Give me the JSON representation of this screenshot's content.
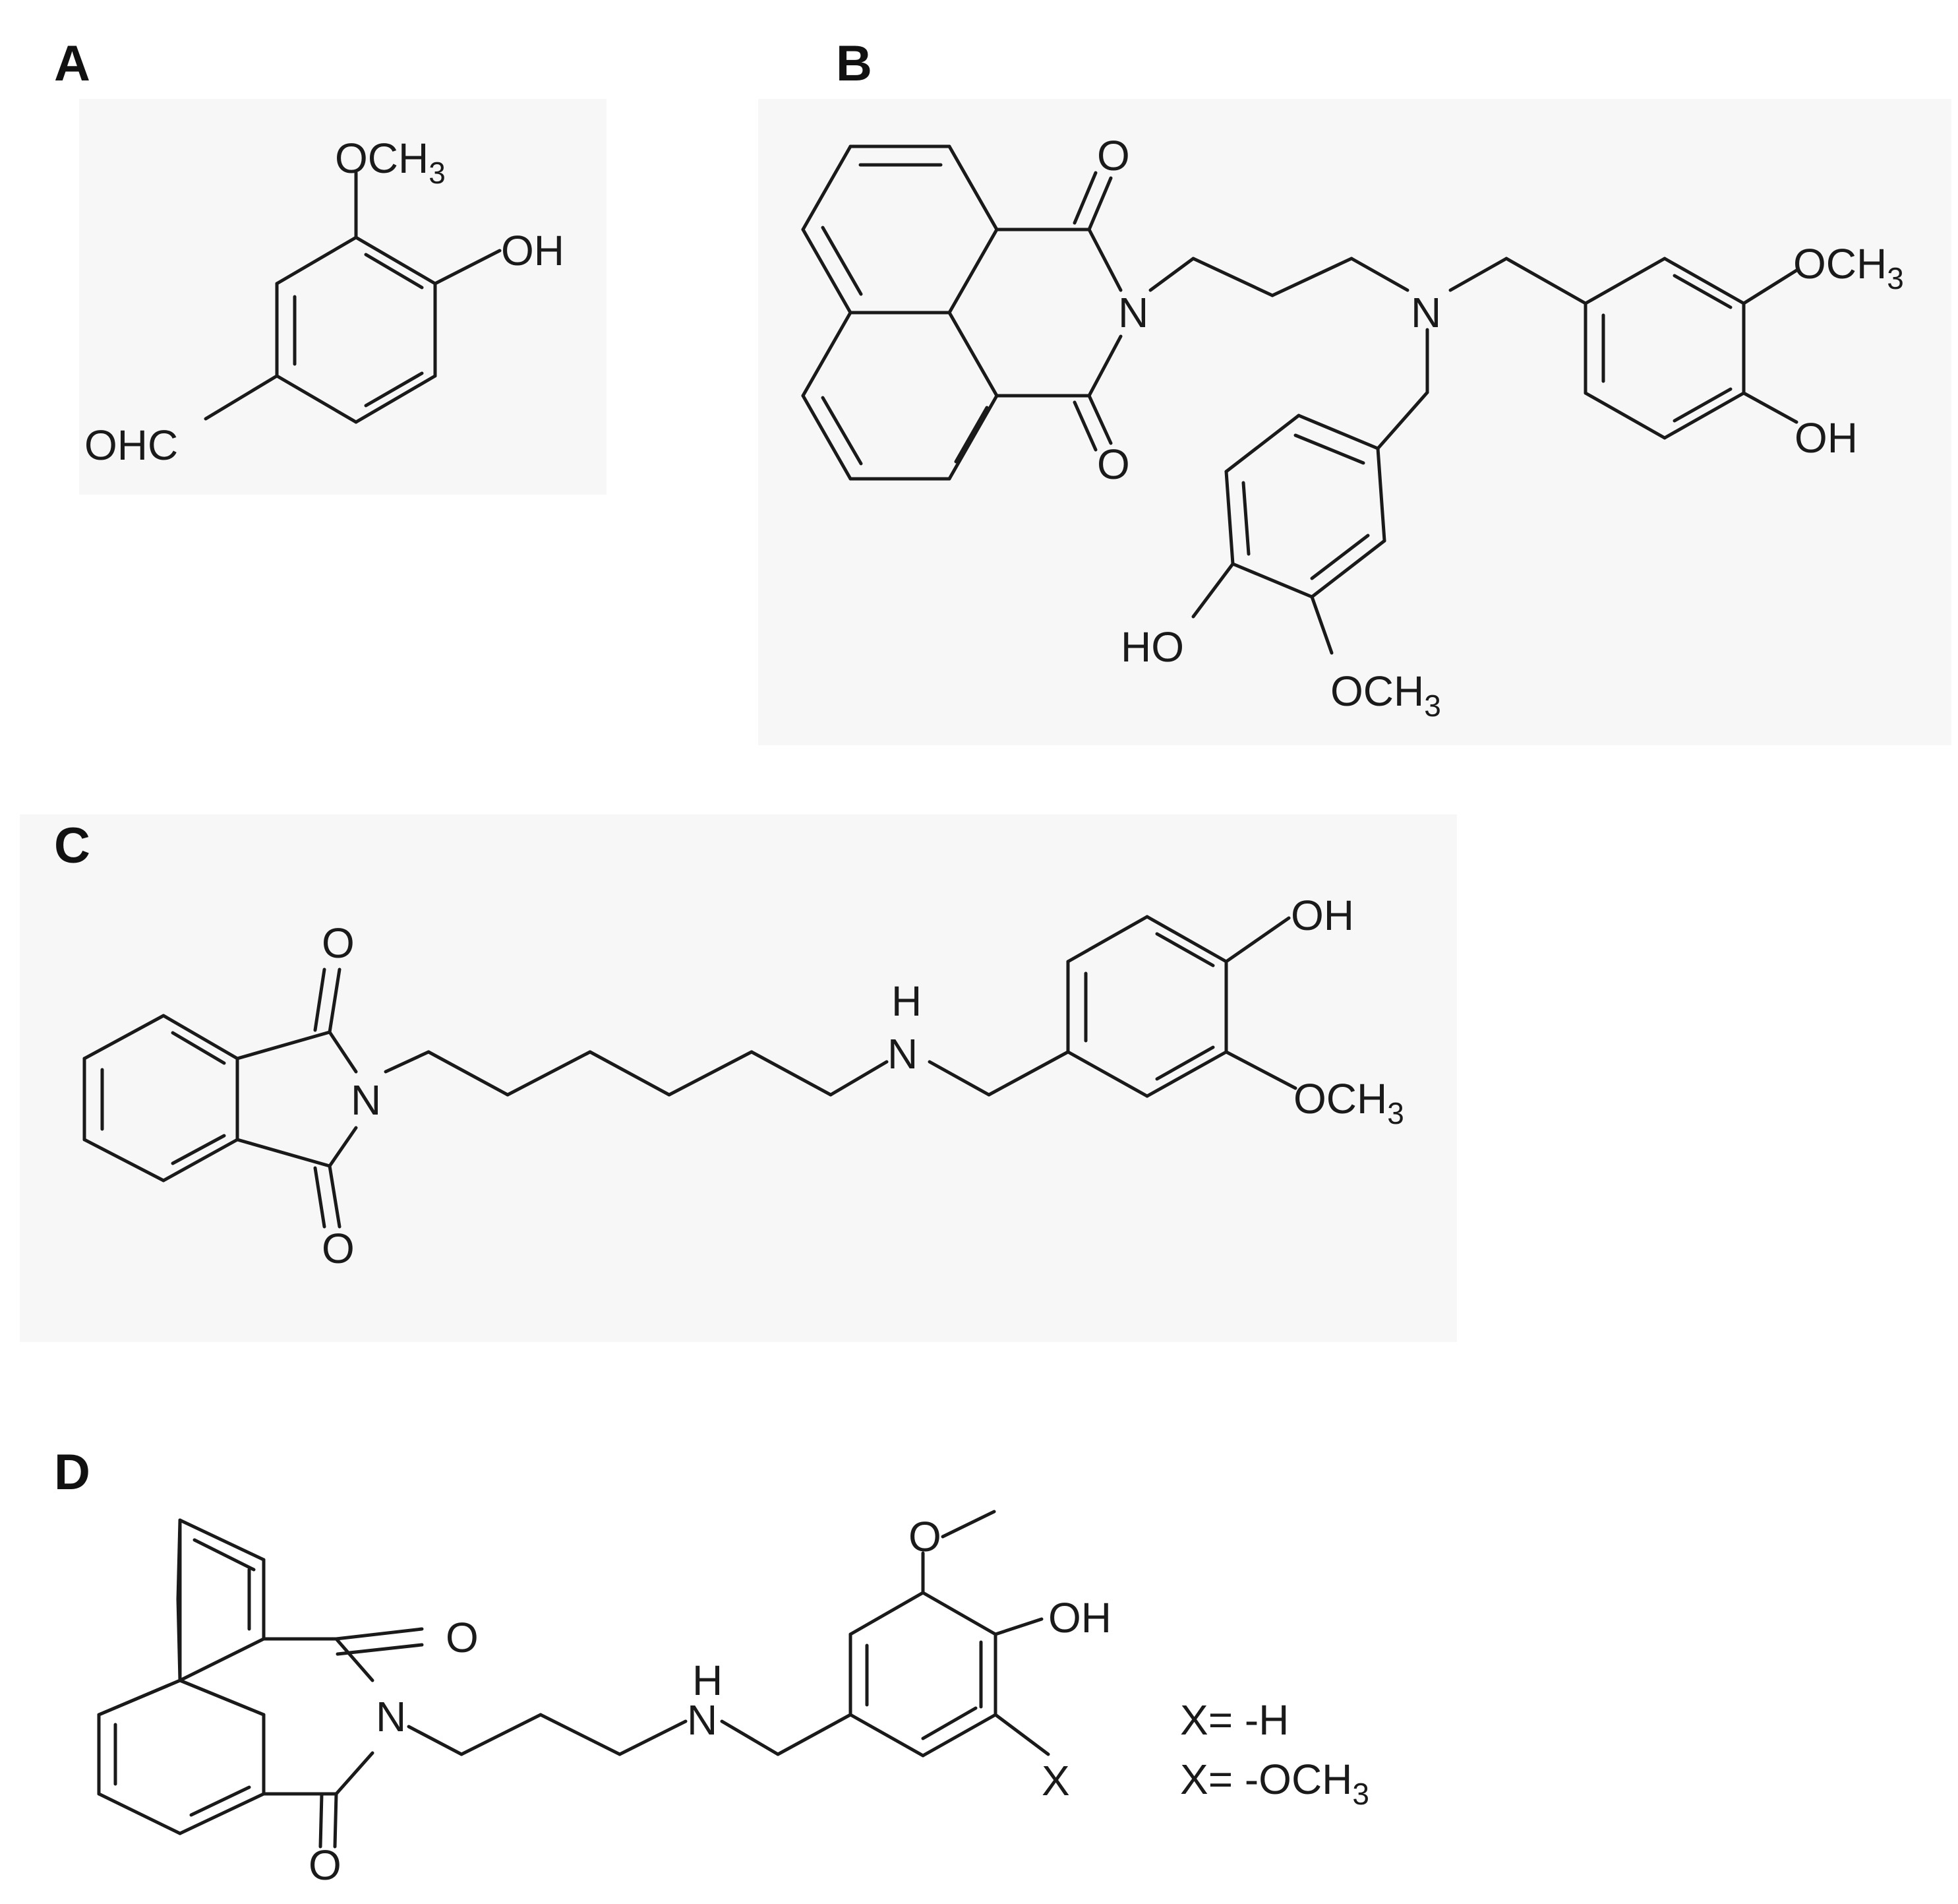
{
  "panels": [
    {
      "label": "A",
      "atoms": {
        "ome": "OCH",
        "ome_sub": "3",
        "oh": "OH",
        "cho": "OHC"
      }
    },
    {
      "label": "B",
      "atoms": {
        "o1": "O",
        "o2": "O",
        "n_imide": "N",
        "n_amine": "N",
        "ome1": "OCH",
        "ome1_sub": "3",
        "oh1": "OH",
        "oh2": "HO",
        "ome2": "OCH",
        "ome2_sub": "3"
      }
    },
    {
      "label": "C",
      "atoms": {
        "o1": "O",
        "o2": "O",
        "n_imide": "N",
        "nh_h": "H",
        "nh_n": "N",
        "oh": "OH",
        "ome": "OCH",
        "ome_sub": "3"
      }
    },
    {
      "label": "D",
      "atoms": {
        "o1": "O",
        "o2": "O",
        "n_imide": "N",
        "nh_h": "H",
        "nh_n": "N",
        "ome_o": "O",
        "oh": "OH",
        "x": "X"
      },
      "legend": [
        {
          "text": "X= -H",
          "sub": ""
        },
        {
          "text": "X= -OCH",
          "sub": "3"
        }
      ]
    }
  ]
}
